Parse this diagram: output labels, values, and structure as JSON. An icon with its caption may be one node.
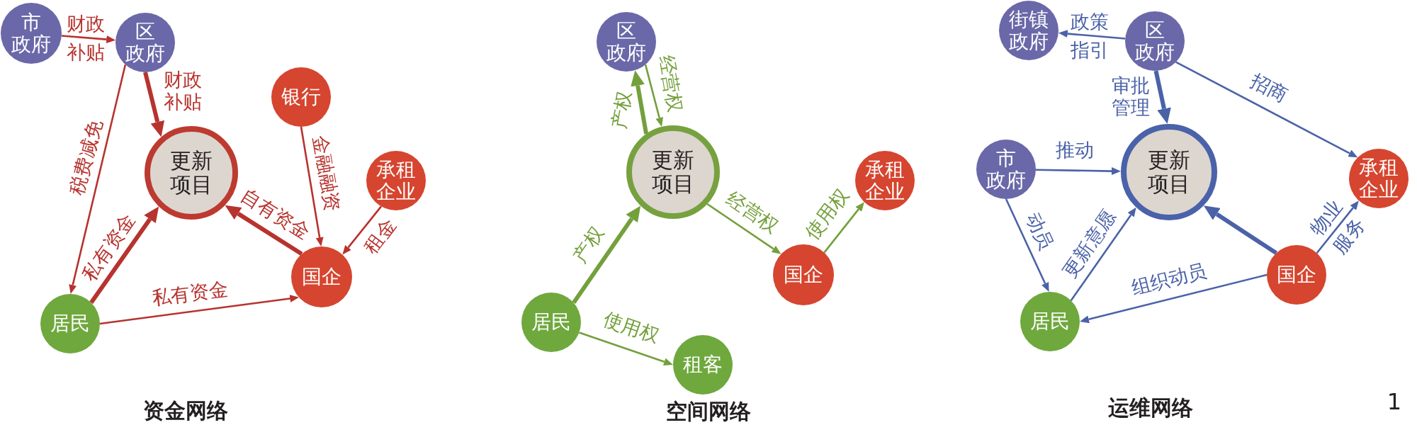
{
  "diagram": {
    "nodes": [
      {
        "text": [
          "市政府"
        ]
      },
      {
        "text": [
          "区政府"
        ]
      },
      {
        "text": [
          "银行"
        ]
      },
      {
        "text": [
          "更新项目"
        ]
      },
      {
        "text": [
          "承租企业"
        ]
      },
      {
        "text": [
          "国企"
        ]
      },
      {
        "text": [
          "居民"
        ]
      },
      {
        "text": [
          "区政府"
        ]
      },
      {
        "text": [
          "更新项目"
        ]
      },
      {
        "text": [
          "承租企业"
        ]
      },
      {
        "text": [
          "国企"
        ]
      },
      {
        "text": [
          "居民"
        ]
      },
      {
        "text": [
          "租客"
        ]
      },
      {
        "text": [
          "街镇政府"
        ]
      },
      {
        "text": [
          "区政府"
        ]
      },
      {
        "text": [
          "市政府"
        ]
      },
      {
        "text": [
          "更新项目"
        ]
      },
      {
        "text": [
          "承租企业"
        ]
      },
      {
        "text": [
          "国企"
        ]
      },
      {
        "text": [
          "居民"
        ]
      }
    ],
    "edges": [
      {
        "from": 0,
        "to": 1,
        "label": "财政补贴",
        "arrow": "to",
        "color": "#b7332e"
      },
      {
        "from": 1,
        "to": 3,
        "label": "财政补贴",
        "arrow": "to",
        "style": "thick",
        "color": "#b7332e"
      },
      {
        "from": 1,
        "to": 6,
        "label": "税费减免",
        "arrow": "to",
        "color": "#b7332e"
      },
      {
        "from": 6,
        "to": 3,
        "label": "私有资金",
        "arrow": "to",
        "style": "thick",
        "color": "#b7332e"
      },
      {
        "from": 6,
        "to": 5,
        "label": "私有资金",
        "arrow": "to",
        "color": "#b7332e"
      },
      {
        "from": 5,
        "to": 3,
        "label": "自有资金",
        "arrow": "to",
        "style": "thick",
        "color": "#b7332e"
      },
      {
        "from": 2,
        "to": 5,
        "label": "金融融资",
        "arrow": "to",
        "color": "#b7332e"
      },
      {
        "from": 4,
        "to": 5,
        "label": "租金",
        "arrow": "to",
        "color": "#b7332e"
      },
      {
        "from": 8,
        "to": 7,
        "label": "产权",
        "arrow": "to",
        "style": "thick",
        "color": "#74a03c"
      },
      {
        "from": 7,
        "to": 8,
        "label": "经营权",
        "arrow": "to",
        "color": "#74a03c"
      },
      {
        "from": 11,
        "to": 8,
        "label": "产权",
        "arrow": "to",
        "style": "thick",
        "color": "#74a03c"
      },
      {
        "from": 8,
        "to": 10,
        "label": "经营权",
        "arrow": "to",
        "color": "#74a03c"
      },
      {
        "from": 10,
        "to": 9,
        "label": "使用权",
        "arrow": "to",
        "color": "#74a03c"
      },
      {
        "from": 11,
        "to": 12,
        "label": "使用权",
        "arrow": "to",
        "color": "#74a03c"
      },
      {
        "from": 14,
        "to": 13,
        "label": "政策指引",
        "arrow": "to"
      },
      {
        "from": 14,
        "to": 16,
        "label": "审批管理",
        "arrow": "to",
        "style": "thick"
      },
      {
        "from": 14,
        "to": 17,
        "label": "招商",
        "arrow": "to"
      },
      {
        "from": 15,
        "to": 16,
        "label": "推动",
        "arrow": "to"
      },
      {
        "from": 15,
        "to": 19,
        "label": "动员",
        "arrow": "to"
      },
      {
        "from": 19,
        "to": 16,
        "label": "更新意愿",
        "arrow": "to"
      },
      {
        "from": 18,
        "to": 16,
        "arrow": "to",
        "style": "thick"
      },
      {
        "from": 18,
        "to": 19,
        "label": "组织动员",
        "arrow": "to"
      },
      {
        "from": 18,
        "to": 17,
        "label": "物业服务",
        "arrow": "to"
      }
    ],
    "labels": [
      "资金网络",
      "空间网络",
      "运维网络",
      "1"
    ]
  }
}
